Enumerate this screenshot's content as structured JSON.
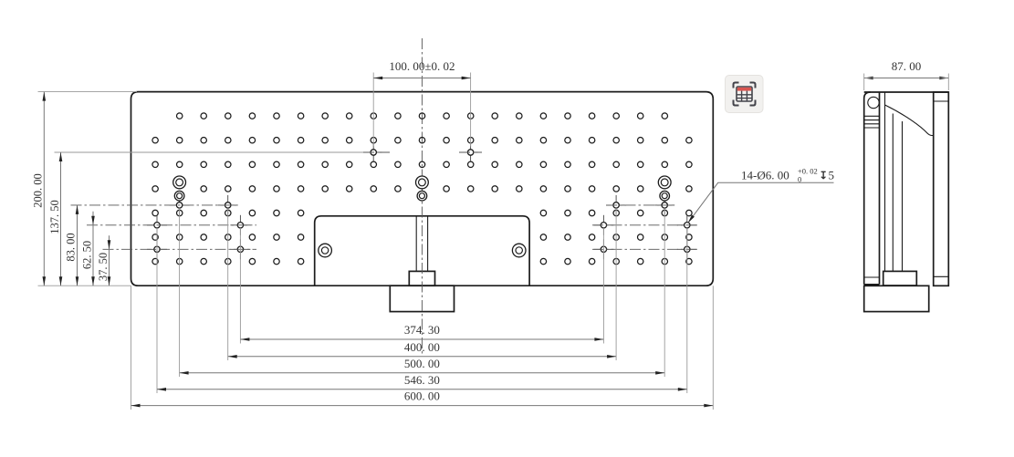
{
  "views": {
    "front": {
      "dim_top": "100. 00±0. 02",
      "dim_left": [
        "200. 00",
        "137. 50",
        "83. 00",
        "62. 50",
        "37. 50"
      ],
      "dim_bottom": [
        "374. 30",
        "400. 00",
        "500. 00",
        "546. 30",
        "600. 00"
      ],
      "hole_callout": {
        "count_dia": "14-Ø6. 00",
        "tol_upper": "+0. 02",
        "tol_lower": "0",
        "depth_symbol": "↧",
        "depth": "5"
      }
    },
    "side": {
      "dim_width": "87. 00"
    }
  },
  "overlay": {
    "button_icon": "table-capture-icon"
  },
  "colors": {
    "outline": "#1c1c1c",
    "dimension_lines": "#777777",
    "accent_red": "#d95550",
    "icon_dark": "#43434a",
    "button_bg": "#f2f1ef"
  }
}
